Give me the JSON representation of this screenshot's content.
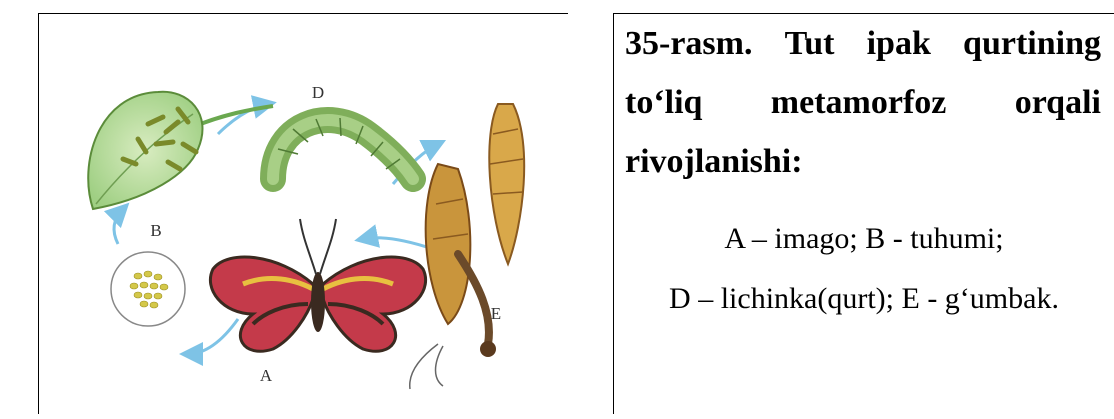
{
  "figure": {
    "labels": {
      "a": "A",
      "b": "B",
      "d": "D",
      "e": "E"
    }
  },
  "caption": {
    "line1": [
      "35-rasm.",
      "Tut",
      "ipak",
      "qurtining"
    ],
    "line2": [
      "to‘liq",
      "metamorfoz",
      "orqali"
    ],
    "line3": "rivojlanishi:",
    "legend1": "A – imago; B - tuhumi;",
    "legend2": "D – lichinka(qurt); E - g‘umbak."
  }
}
